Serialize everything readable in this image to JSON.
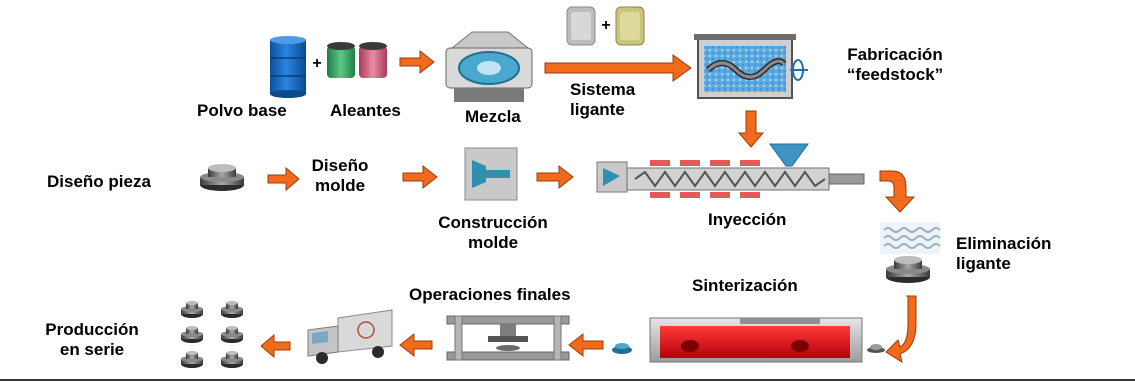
{
  "labels": {
    "polvo_base": "Polvo base",
    "aleantes": "Aleantes",
    "mezcla": "Mezcla",
    "sistema_ligante": [
      "Sistema",
      "ligante"
    ],
    "fabricacion_feedstock": [
      "Fabricación",
      "“feedstock”"
    ],
    "diseno_pieza": "Diseño pieza",
    "diseno_molde": [
      "Diseño",
      "molde"
    ],
    "construccion_molde": [
      "Construcción",
      "molde"
    ],
    "inyeccion": "Inyección",
    "eliminacion_ligante": [
      "Eliminación",
      "ligante"
    ],
    "sinterizacion": "Sinterización",
    "operaciones_finales": "Operaciones finales",
    "produccion_en_serie": [
      "Producción",
      "en serie"
    ]
  },
  "plus_signs": [
    "+",
    "+"
  ],
  "colors": {
    "arrow": "#f26a1b",
    "arrow_outline": "#9b3d06",
    "barrel_blue": "#1b6fc4",
    "can_green": "#3fae6a",
    "can_pink": "#d96b86",
    "mixer": "#4aa8cf",
    "feedstock_water": "#4a9ed8",
    "furnace_red": "#e8101c",
    "part_gray": "#5c5c5c",
    "mold_blue": "#2f8fb0"
  }
}
